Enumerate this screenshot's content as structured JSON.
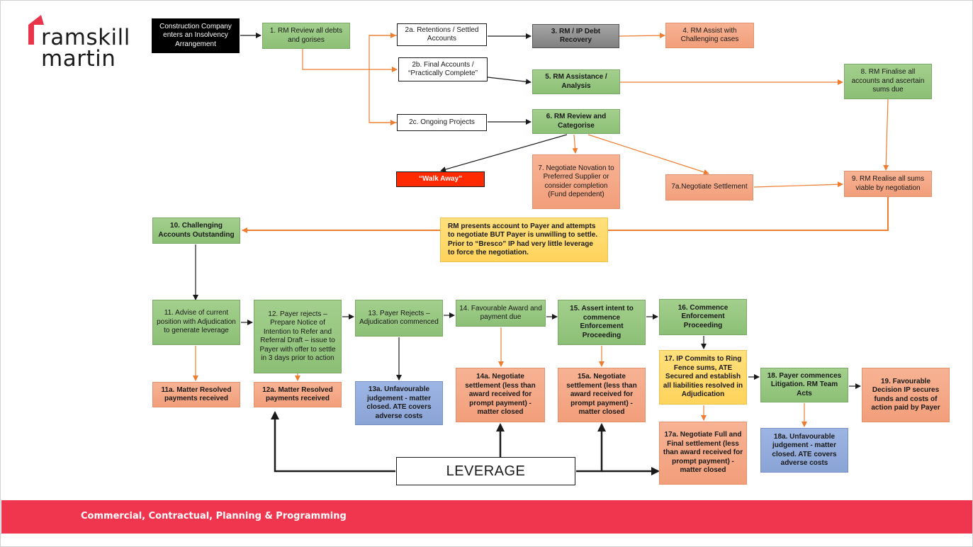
{
  "logo": {
    "line1": "ramskill",
    "line2": "martin",
    "accent": "#e8354a"
  },
  "footer": {
    "text": "Commercial, Contractual, Planning & Programming",
    "color": "#f0364f"
  },
  "nodes": {
    "start": "Construction Company enters an Insolvency Arrangement",
    "n1": "1. RM Review all debts and gorises",
    "n2a": "2a. Retentions / Settled Accounts",
    "n2b": "2b. Final Accounts / “Practically Complete”",
    "n2c": "2c. Ongoing Projects",
    "n3": "3. RM / IP Debt Recovery",
    "n4": "4. RM Assist with Challenging cases",
    "n5": "5. RM Assistance / Analysis",
    "n6": "6. RM Review and Categorise",
    "walk": "“Walk Away”",
    "n7": "7. Negotiate Novation to Preferred Supplier or consider completion (Fund dependent)",
    "n7a": "7a.Negotiate Settlement",
    "n8": "8. RM Finalise all accounts and ascertain sums due",
    "n9": "9. RM Realise all sums viable by negotiation",
    "payer_note": "RM presents account to Payer and attempts to negotiate BUT Payer is unwilling to settle. Prior to “Bresco” IP had very little leverage to force the negotiation.",
    "n10": "10. Challenging Accounts Outstanding",
    "n11": "11. Advise of current position with Adjudication to generate leverage",
    "n11a": "11a. Matter Resolved payments received",
    "n12": "12. Payer rejects – Prepare Notice of Intention to Refer and Referral Draft – issue to Payer with offer to settle in 3 days prior to action",
    "n12a": "12a. Matter Resolved payments received",
    "n13": "13. Payer Rejects – Adjudication commenced",
    "n13a": "13a. Unfavourable judgement - matter closed. ATE covers adverse costs",
    "n14": "14. Favourable Award and payment due",
    "n14a": "14a. Negotiate settlement (less than award received for prompt payment) - matter closed",
    "n15": "15. Assert intent to commence Enforcement Proceeding",
    "n15a": "15a. Negotiate settlement (less than award received for prompt payment) - matter closed",
    "n16": "16. Commence Enforcement Proceeding",
    "n17": "17. IP Commits to Ring Fence sums, ATE Secured and establish all liabilities resolved in Adjudication",
    "n17a": "17a. Negotiate Full and Final settlement (less than award received for prompt payment) - matter closed",
    "n18": "18. Payer commences Litigation. RM Team Acts",
    "n18a": "18a. Unfavourable judgement - matter closed. ATE covers adverse costs",
    "n19": "19. Favourable Decision IP secures funds and costs of action paid by Payer",
    "leverage": "LEVERAGE"
  }
}
